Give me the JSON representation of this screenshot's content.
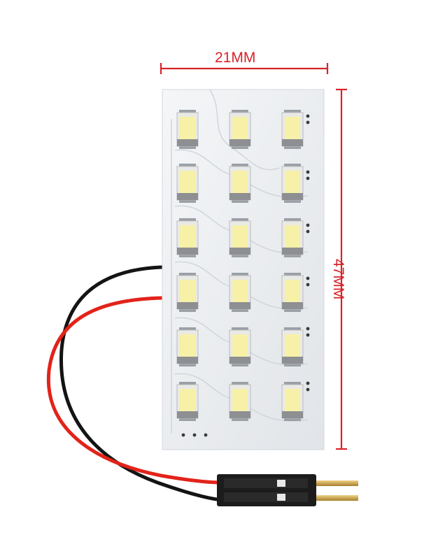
{
  "product": {
    "width_label": "21MM",
    "height_label": "47MM",
    "led_grid": {
      "rows": 6,
      "columns": 3
    },
    "colors": {
      "dimension_lines": "#d8232a",
      "board": "#eef0f3",
      "led_phosphor": "#f7f1a8",
      "wire_red": "#e2231a",
      "wire_black": "#141414",
      "connector": "#1c1c1c",
      "pins": "#c9a24d"
    }
  }
}
